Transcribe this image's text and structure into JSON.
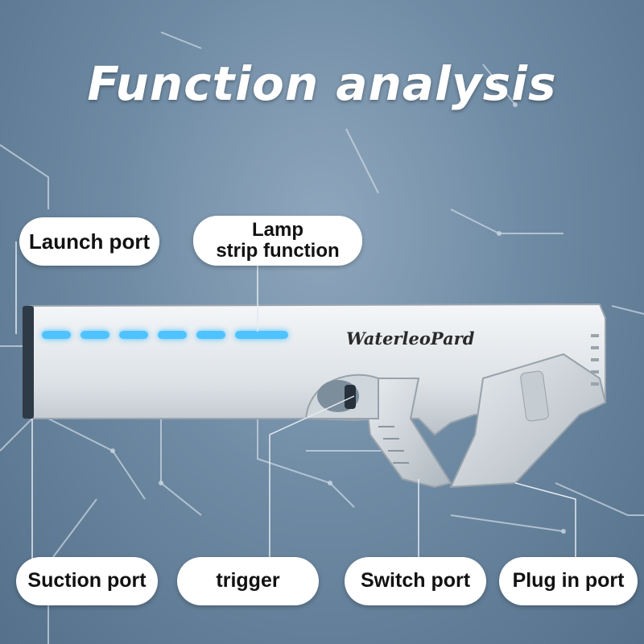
{
  "title": "Function analysis",
  "labels": {
    "launch_port": "Launch port",
    "lamp_line1": "Lamp",
    "lamp_line2": "strip function",
    "suction_port": "Suction port",
    "trigger": "trigger",
    "switch_port": "Switch port",
    "plug_in_port": "Plug in port"
  },
  "product": {
    "brand_text": "WaterleoPard",
    "lamp_color": "#4fc3ff"
  },
  "colors": {
    "background": "#6f8ba4",
    "pill": "#ffffff",
    "body": "#e8ecef"
  }
}
